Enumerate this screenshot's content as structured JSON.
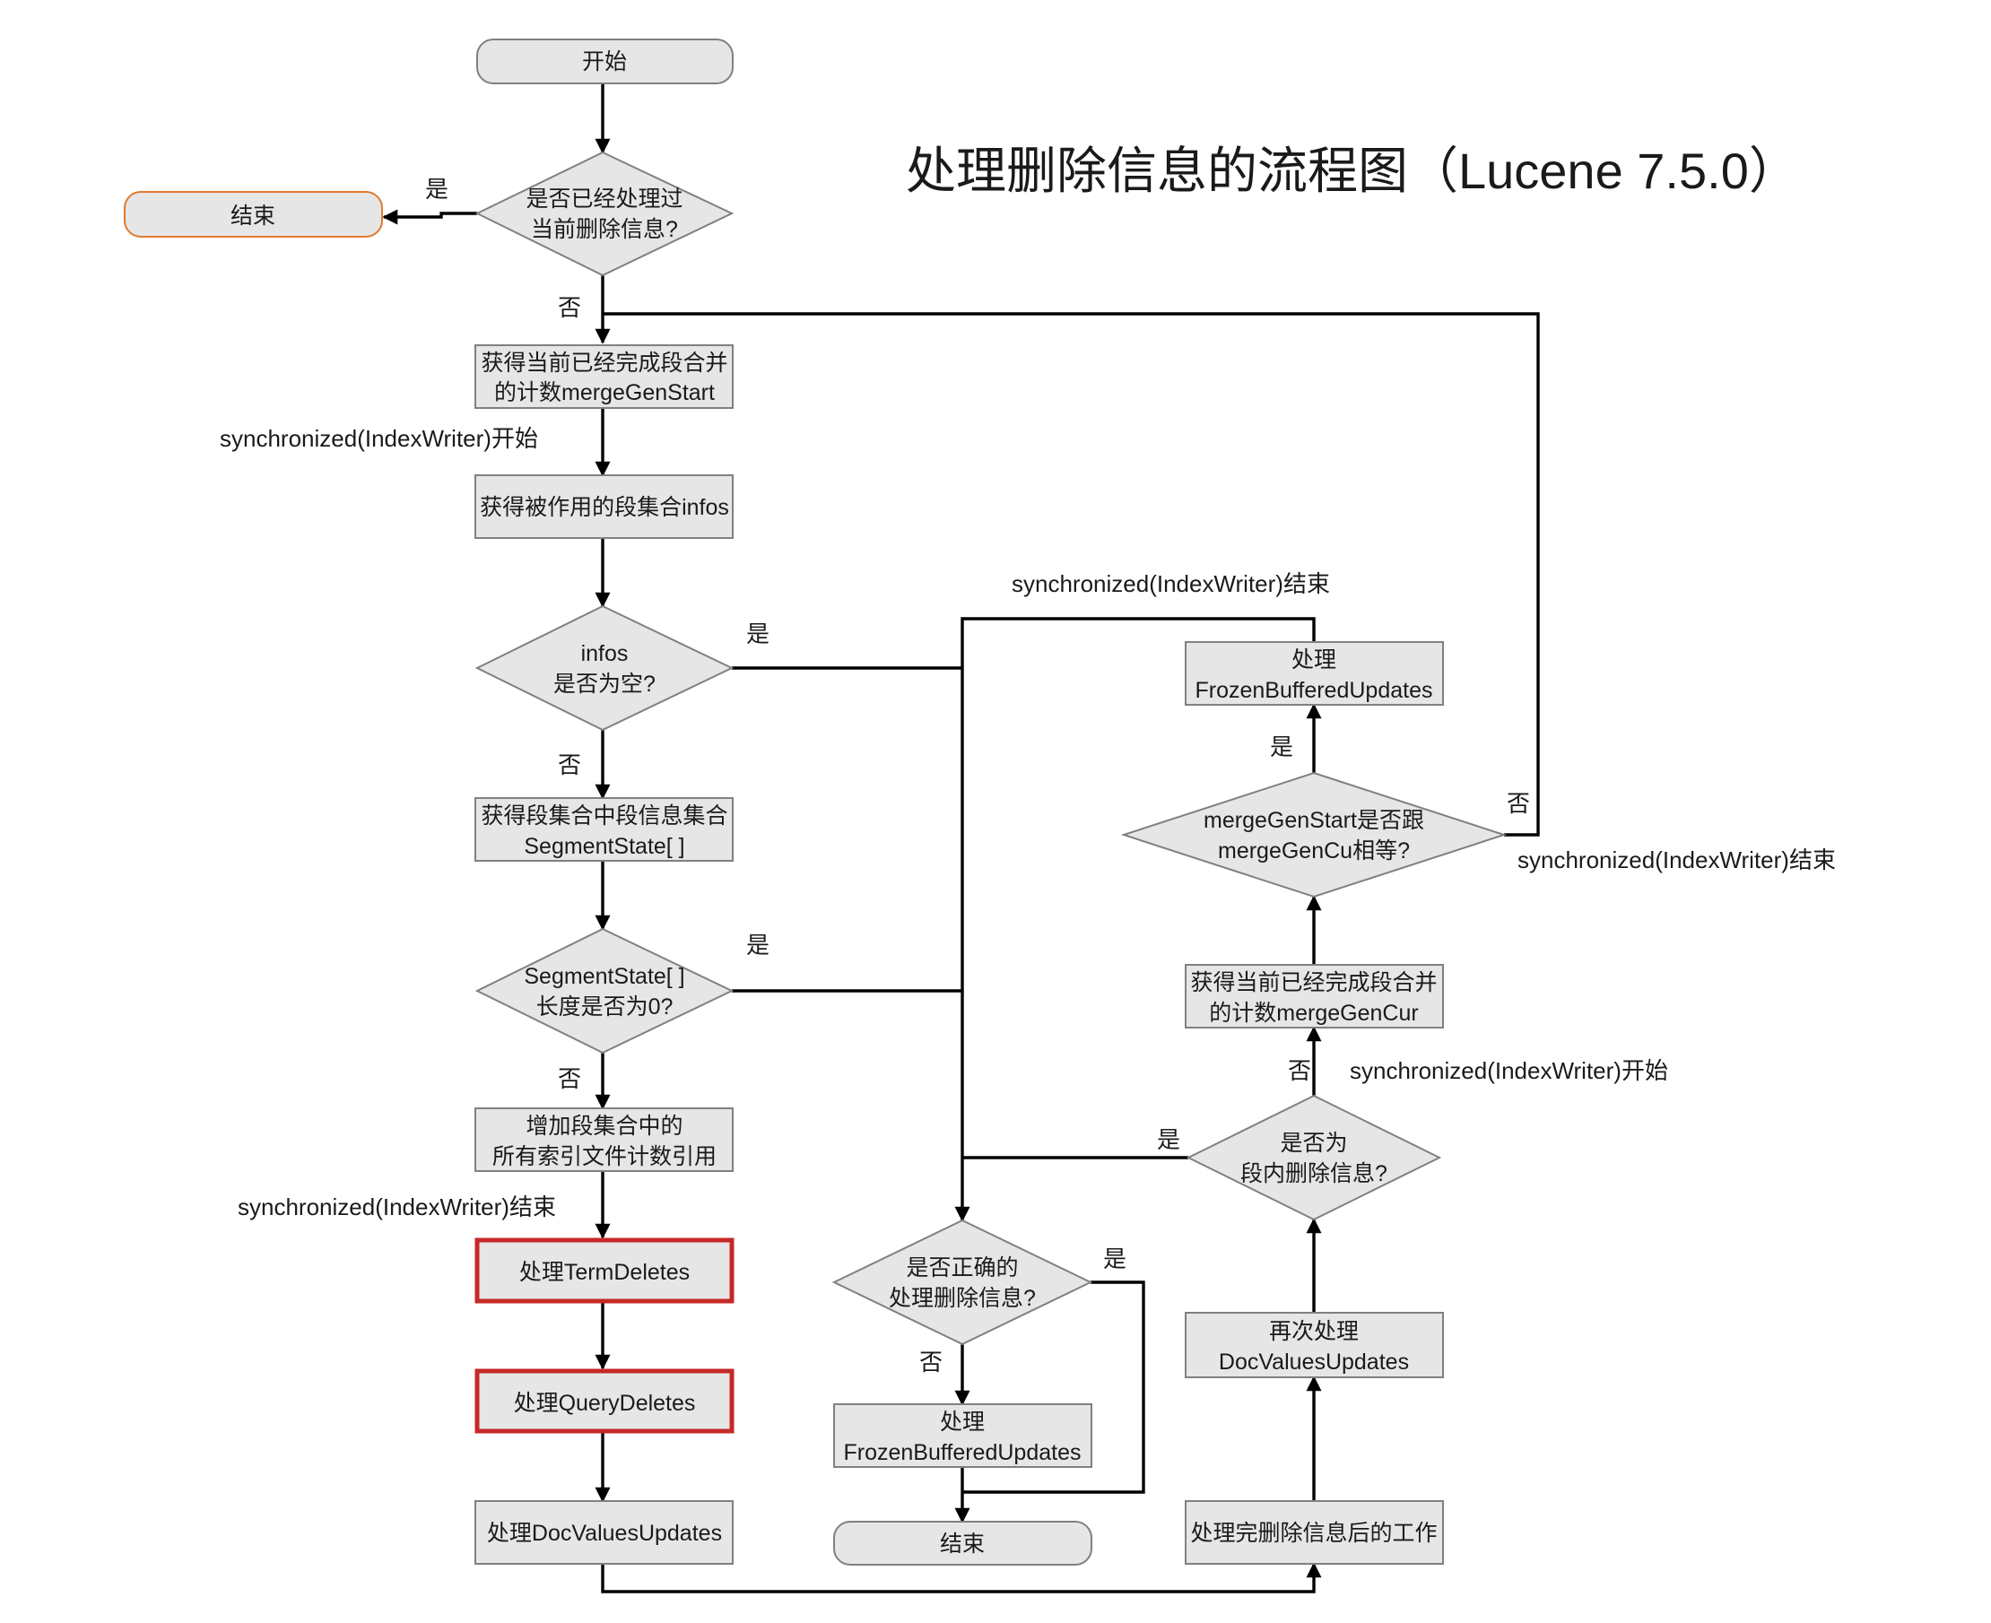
{
  "title": "处理删除信息的流程图（Lucene 7.5.0）",
  "nodes": {
    "start": [
      "开始"
    ],
    "end_top": [
      "结束"
    ],
    "q_processed": [
      "是否已经处理过",
      "当前删除信息?"
    ],
    "get_merge_gen_start": [
      "获得当前已经完成段合并",
      "的计数mergeGenStart"
    ],
    "get_infos": [
      "获得被作用的段集合infos"
    ],
    "q_infos_empty": [
      "infos",
      "是否为空?"
    ],
    "get_segment_state": [
      "获得段集合中段信息集合",
      "SegmentState[ ]"
    ],
    "q_segment_state_zero": [
      "SegmentState[ ]",
      "长度是否为0?"
    ],
    "inc_ref": [
      "增加段集合中的",
      "所有索引文件计数引用"
    ],
    "term_deletes": [
      "处理TermDeletes"
    ],
    "query_deletes": [
      "处理QueryDeletes"
    ],
    "doc_values_updates": [
      "处理DocValuesUpdates"
    ],
    "q_correct": [
      "是否正确的",
      "处理删除信息?"
    ],
    "frozen_bottom": [
      "处理",
      "FrozenBufferedUpdates"
    ],
    "end_bottom": [
      "结束"
    ],
    "post_work": [
      "处理完删除信息后的工作"
    ],
    "redo_doc_values": [
      "再次处理",
      "DocValuesUpdates"
    ],
    "q_in_segment": [
      "是否为",
      "段内删除信息?"
    ],
    "get_merge_gen_cur": [
      "获得当前已经完成段合并",
      "的计数mergeGenCur"
    ],
    "q_merge_gen_equal": [
      "mergeGenStart是否跟",
      "mergeGenCu相等?"
    ],
    "frozen_top": [
      "处理",
      "FrozenBufferedUpdates"
    ]
  },
  "edge_labels": {
    "q_processed_yes": "是",
    "q_processed_no": "否",
    "sync_start_1": "synchronized(IndexWriter)开始",
    "q_infos_empty_yes": "是",
    "q_infos_empty_no": "否",
    "sync_end_1": "synchronized(IndexWriter)结束",
    "q_segment_state_yes": "是",
    "q_segment_state_no": "否",
    "sync_end_2": "synchronized(IndexWriter)结束",
    "q_merge_gen_yes": "是",
    "q_merge_gen_no": "否",
    "sync_end_3": "synchronized(IndexWriter)结束",
    "q_in_segment_no": "否",
    "sync_start_2": "synchronized(IndexWriter)开始",
    "q_in_segment_yes": "是",
    "q_correct_yes": "是",
    "q_correct_no": "否"
  },
  "colors": {
    "node_fill": "#e6e6e6",
    "node_border": "#808080",
    "highlight_border": "#c62828",
    "end_border": "#e07a2e",
    "edge": "#000000"
  }
}
